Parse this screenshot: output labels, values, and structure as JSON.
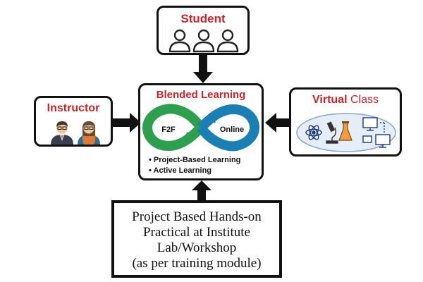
{
  "student": {
    "title": "Student"
  },
  "instructor": {
    "title": "Instructor"
  },
  "virtual_class": {
    "title_part1": "Virtual",
    "title_part2": "Class"
  },
  "blended": {
    "title": "Blended Learning",
    "f2f_label": "F2F",
    "online_label": "Online",
    "bullets": [
      "• Project-Based Learning",
      "• Active Learning"
    ]
  },
  "project": {
    "lines": [
      "Project Based Hands-on",
      "Practical at Institute",
      "Lab/Workshop",
      "(as per training module)"
    ]
  },
  "colors": {
    "title_red": "#c0282d",
    "loop_green": "#2e9e4f",
    "loop_blue": "#1c7fb3",
    "oval_fill": "#e4edf8"
  }
}
